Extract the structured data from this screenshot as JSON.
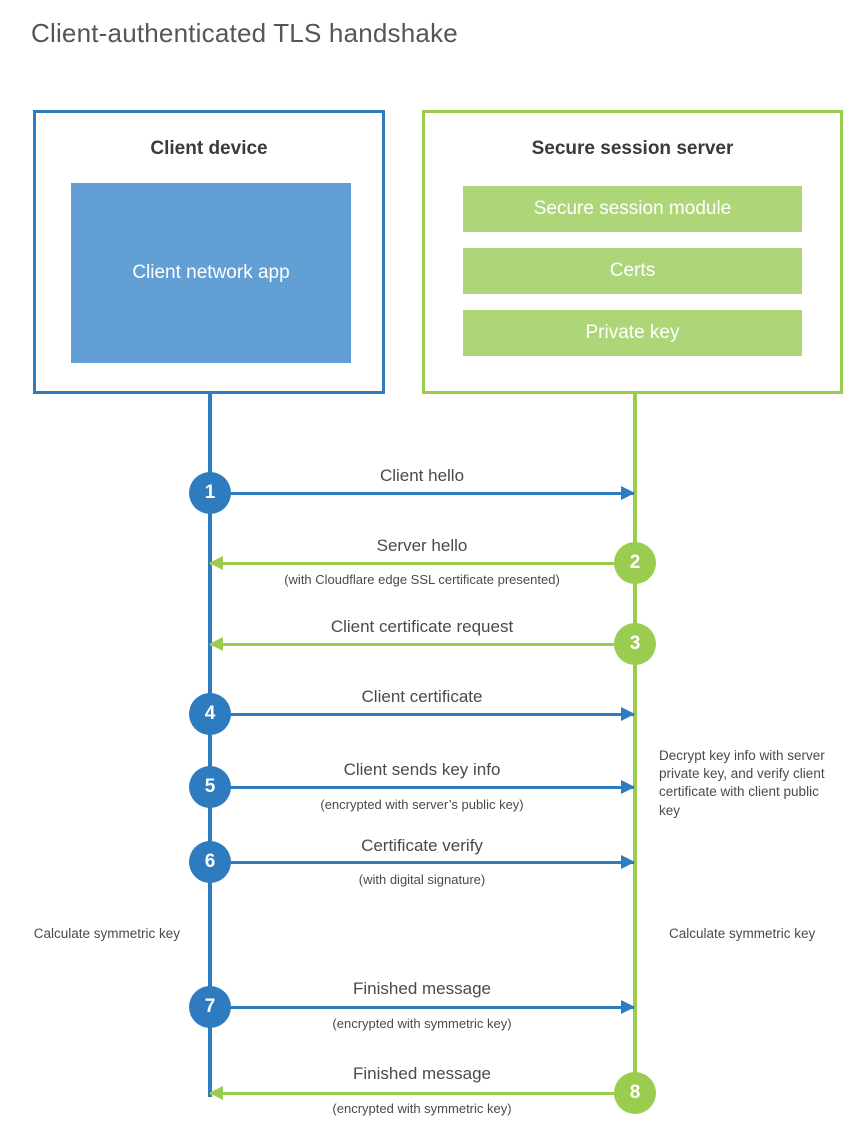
{
  "title": "Client-authenticated TLS handshake",
  "colors": {
    "client_blue": "#2f7bc0",
    "client_app_fill": "#629fd4",
    "server_green": "#9acd4f",
    "server_bar_fill": "#aed678",
    "title_gray": "#55565a",
    "text_gray": "#4a4a4a",
    "background": "#ffffff"
  },
  "actors": {
    "client": {
      "title": "Client device",
      "blocks": [
        {
          "label": "Client network app"
        }
      ]
    },
    "server": {
      "title": "Secure session server",
      "blocks": [
        {
          "label": "Secure session module"
        },
        {
          "label": "Certs"
        },
        {
          "label": "Private key"
        }
      ]
    }
  },
  "steps": [
    {
      "number": "1",
      "label": "Client hello",
      "sublabel": "",
      "direction": "client-to-server",
      "color": "blue"
    },
    {
      "number": "2",
      "label": "Server hello",
      "sublabel": "(with Cloudflare edge SSL certificate presented)",
      "direction": "server-to-client",
      "color": "green"
    },
    {
      "number": "3",
      "label": "Client certificate request",
      "sublabel": "",
      "direction": "server-to-client",
      "color": "green"
    },
    {
      "number": "4",
      "label": "Client certificate",
      "sublabel": "",
      "direction": "client-to-server",
      "color": "blue"
    },
    {
      "number": "5",
      "label": "Client sends key info",
      "sublabel": "(encrypted with server’s public key)",
      "direction": "client-to-server",
      "color": "blue"
    },
    {
      "number": "6",
      "label": "Certificate verify",
      "sublabel": "(with digital signature)",
      "direction": "client-to-server",
      "color": "blue"
    },
    {
      "number": "7",
      "label": "Finished message",
      "sublabel": "(encrypted with symmetric key)",
      "direction": "client-to-server",
      "color": "blue"
    },
    {
      "number": "8",
      "label": "Finished message",
      "sublabel": "(encrypted with symmetric key)",
      "direction": "server-to-client",
      "color": "green"
    }
  ],
  "notes": {
    "server_decrypt": "Decrypt key info with server private key, and verify client certificate with client public key",
    "client_calculate": "Calculate symmetric key",
    "server_calculate": "Calculate symmetric key"
  }
}
